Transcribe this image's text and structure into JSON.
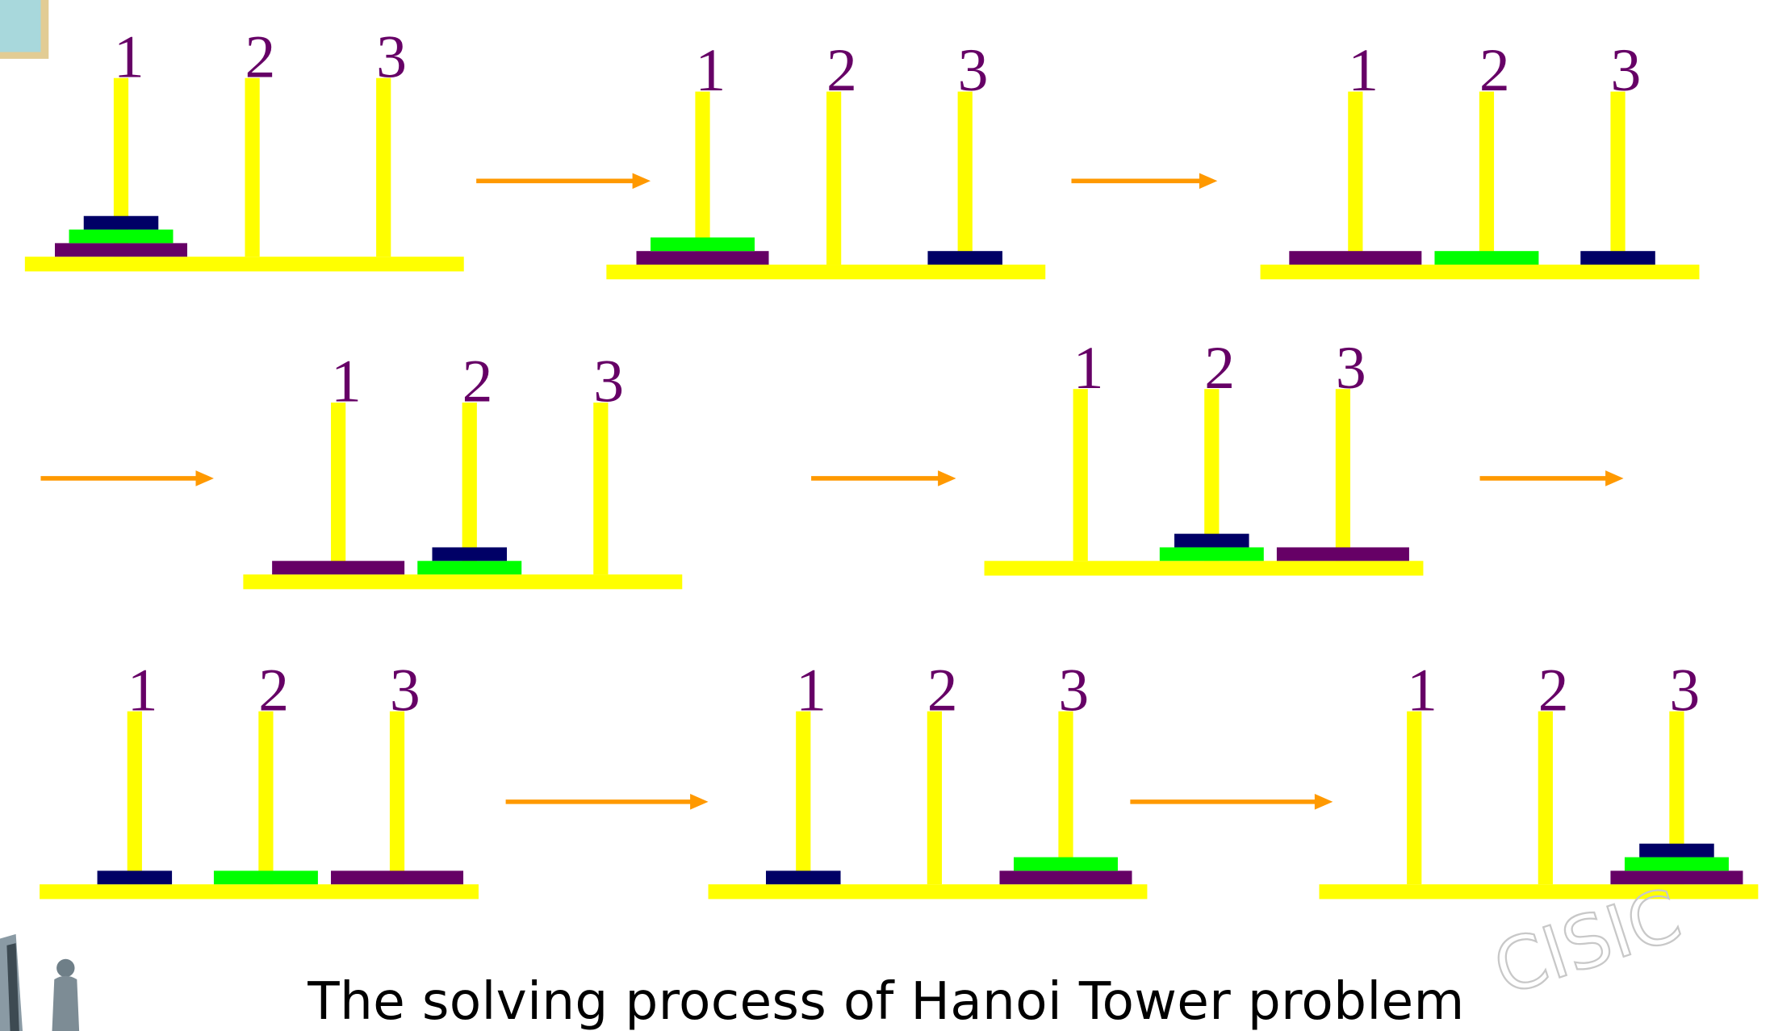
{
  "caption": "The solving process of Hanoi Tower problem",
  "watermark": "CISIC",
  "peg_labels": [
    "1",
    "2",
    "3"
  ],
  "colors": {
    "peg": "#ffff00",
    "label": "#660066",
    "arrow": "#ff9900",
    "small_disk": "#000066",
    "medium_disk": "#00ff00",
    "large_disk": "#660066",
    "corner_fill": "#a8d8dc",
    "corner_border": "#e2cc94"
  },
  "disks": [
    "small",
    "medium",
    "large"
  ],
  "steps": [
    {
      "step": 1,
      "pegs": [
        [
          "large",
          "medium",
          "small"
        ],
        [],
        []
      ]
    },
    {
      "step": 2,
      "pegs": [
        [
          "large",
          "medium"
        ],
        [],
        [
          "small"
        ]
      ]
    },
    {
      "step": 3,
      "pegs": [
        [
          "large"
        ],
        [
          "medium"
        ],
        [
          "small"
        ]
      ]
    },
    {
      "step": 4,
      "pegs": [
        [
          "large"
        ],
        [
          "medium",
          "small"
        ],
        []
      ]
    },
    {
      "step": 5,
      "pegs": [
        [],
        [
          "medium",
          "small"
        ],
        [
          "large"
        ]
      ]
    },
    {
      "step": 6,
      "pegs": [
        [
          "small"
        ],
        [
          "medium"
        ],
        [
          "large"
        ]
      ]
    },
    {
      "step": 7,
      "pegs": [
        [
          "small"
        ],
        [],
        [
          "large",
          "medium"
        ]
      ]
    },
    {
      "step": 8,
      "pegs": [
        [],
        [],
        [
          "large",
          "medium",
          "small"
        ]
      ]
    }
  ]
}
